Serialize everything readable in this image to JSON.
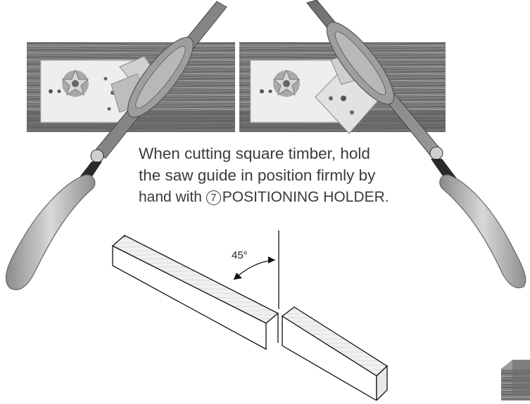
{
  "instruction": {
    "line1": "When cutting square timber, hold",
    "line2": "the saw guide in position firmly by",
    "line3_prefix": "hand with",
    "holder_number": "7",
    "line3_suffix": "POSITIONING HOLDER."
  },
  "angle_label": "45°"
}
